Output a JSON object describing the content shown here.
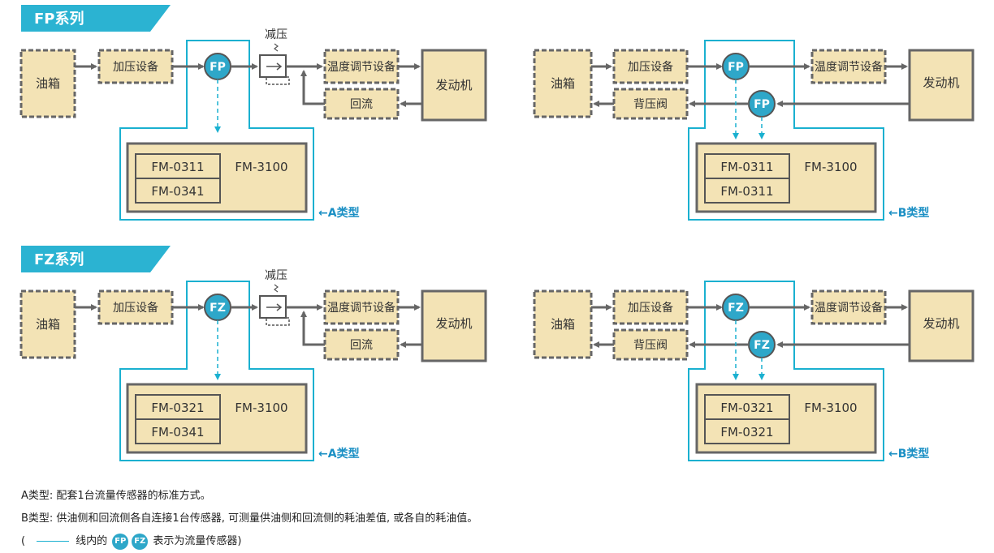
{
  "sections": [
    {
      "title": "FP系列",
      "sensor": "FP",
      "a_models": [
        "FM-0311",
        "FM-0341"
      ],
      "b_models": [
        "FM-0311",
        "FM-0311"
      ],
      "display": "FM-3100"
    },
    {
      "title": "FZ系列",
      "sensor": "FZ",
      "a_models": [
        "FM-0321",
        "FM-0341"
      ],
      "b_models": [
        "FM-0321",
        "FM-0321"
      ],
      "display": "FM-3100"
    }
  ],
  "labels": {
    "oil_tank": "油箱",
    "pressurizer": "加压设备",
    "reducer": "减压",
    "temp_unit": "温度调节设备",
    "return": "回流",
    "engine": "发动机",
    "back_valve": "背压阀",
    "type_a": "←A类型",
    "type_b": "←B类型"
  },
  "notes": {
    "line1": "A类型: 配套1台流量传感器的标准方式。",
    "line2": "B类型: 供油侧和回流侧各自连接1台传感器, 可测量供油侧和回流侧的耗油差值, 或各自的耗油值。",
    "legend_open": "(",
    "legend_text_pre": "线内的",
    "legend_fp": "FP",
    "legend_fz": "FZ",
    "legend_text_post": "表示为流量传感器)"
  },
  "colors": {
    "box_fill": "#f3e3b5",
    "frame": "#1ab0d0",
    "sensor": "#2ea7c9",
    "banner": "#2bb3d2"
  }
}
